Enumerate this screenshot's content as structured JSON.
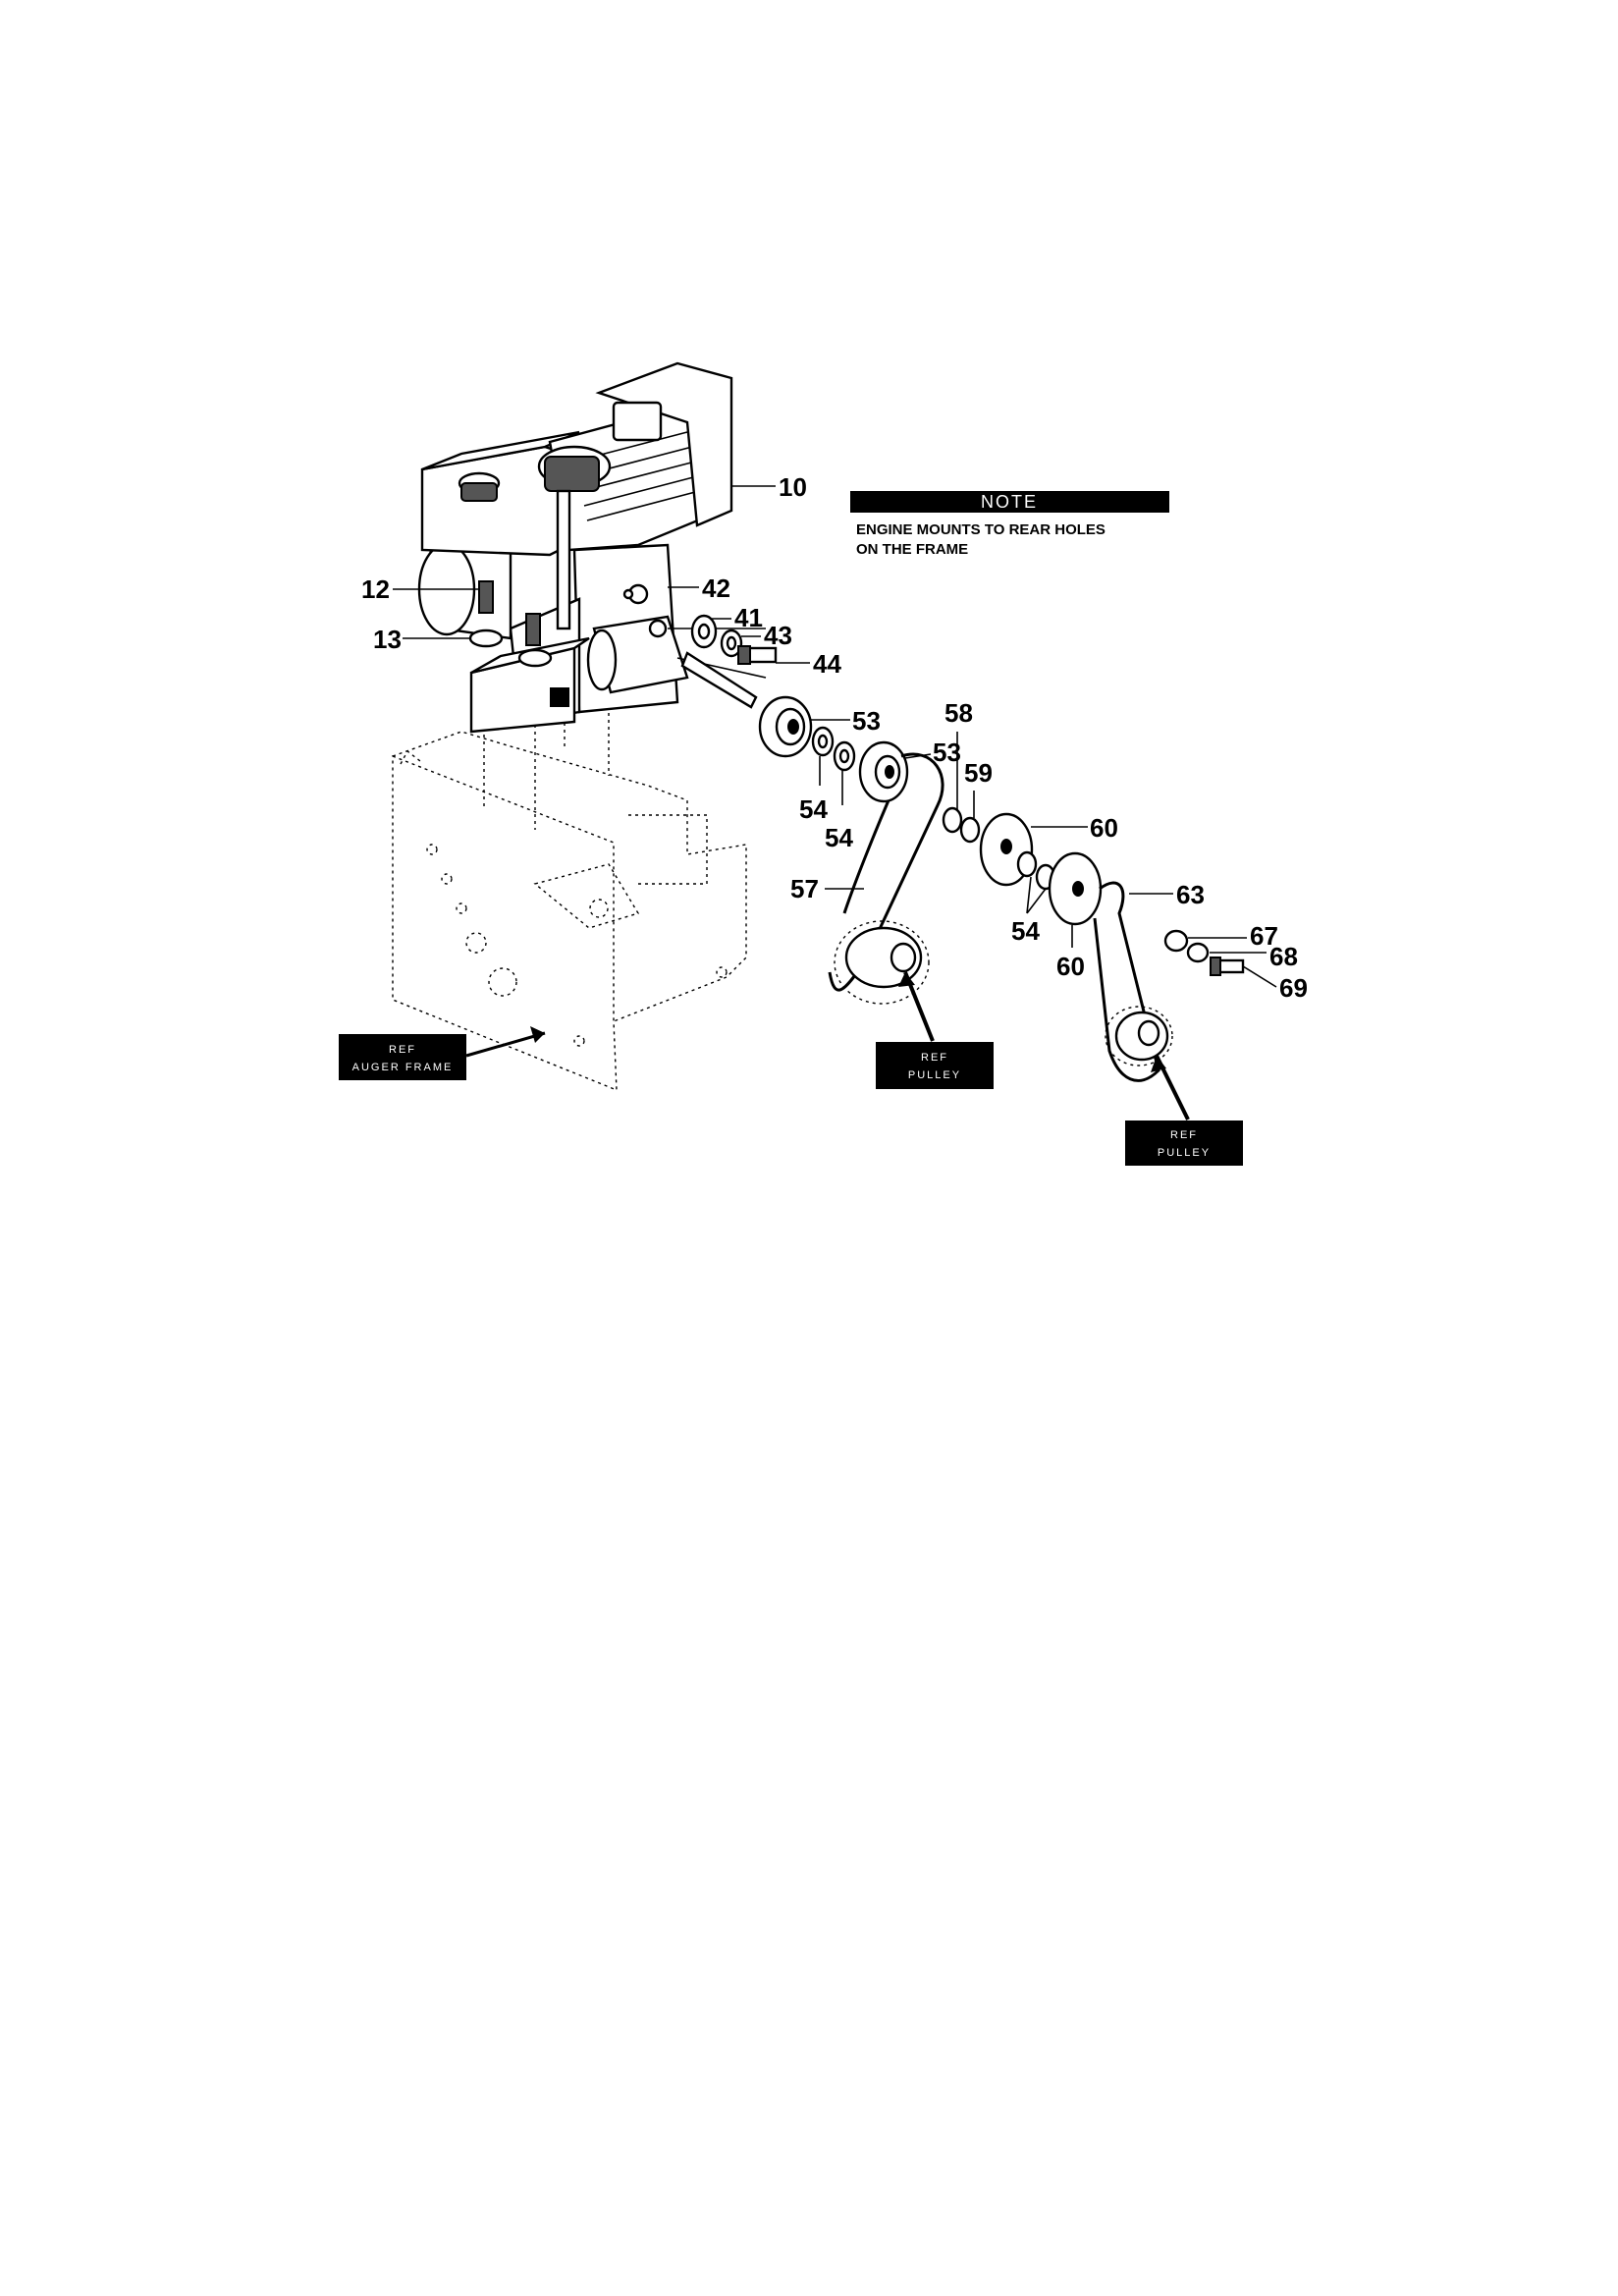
{
  "note": {
    "heading": "NOTE",
    "lines": [
      "ENGINE MOUNTS TO REAR HOLES",
      "ON THE FRAME"
    ]
  },
  "references": {
    "auger_frame": [
      "REF",
      "AUGER FRAME"
    ],
    "pulley_left": [
      "REF",
      "PULLEY"
    ],
    "pulley_right": [
      "REF",
      "PULLEY"
    ]
  },
  "parts": {
    "p10": "10",
    "p12": "12",
    "p13": "13",
    "p41": "41",
    "p42": "42",
    "p43": "43",
    "p44": "44",
    "p53a": "53",
    "p53b": "53",
    "p54a": "54",
    "p54b": "54",
    "p54c": "54",
    "p57": "57",
    "p58": "58",
    "p59": "59",
    "p60a": "60",
    "p60b": "60",
    "p63": "63",
    "p67": "67",
    "p68": "68",
    "p69": "69"
  }
}
